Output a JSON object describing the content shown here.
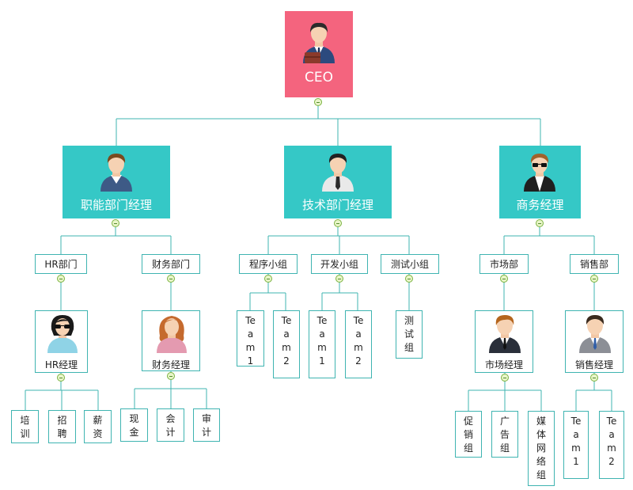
{
  "ceo": {
    "label": "CEO"
  },
  "managers": {
    "admin": "职能部门经理",
    "tech": "技术部门经理",
    "biz": "商务经理"
  },
  "departments": {
    "hr": "HR部门",
    "finance": "财务部门",
    "program": "程序小组",
    "dev": "开发小组",
    "test": "测试小组",
    "market": "市场部",
    "sales": "销售部"
  },
  "cards": {
    "hr_manager": "HR经理",
    "finance_manager": "财务经理",
    "market_manager": "市场经理",
    "sales_manager": "销售经理"
  },
  "leaves": {
    "training": "培训",
    "recruiting": "招聘",
    "salary": "薪资",
    "cash": "现金",
    "accounting": "会计",
    "audit": "审计",
    "prog_team1": "Team1",
    "prog_team2": "Team2",
    "dev_team1": "Team1",
    "dev_team2": "Team2",
    "test_group": "测试组",
    "promotion": "促销组",
    "advertising": "广告组",
    "media": "媒体网络组",
    "sales_team1": "Team1",
    "sales_team2": "Team2"
  },
  "colors": {
    "ceo": "#f4647e",
    "manager": "#35c8c6",
    "border": "#3fb4b1",
    "connector": "#3fb4b1",
    "toggle": "#7cb342"
  }
}
